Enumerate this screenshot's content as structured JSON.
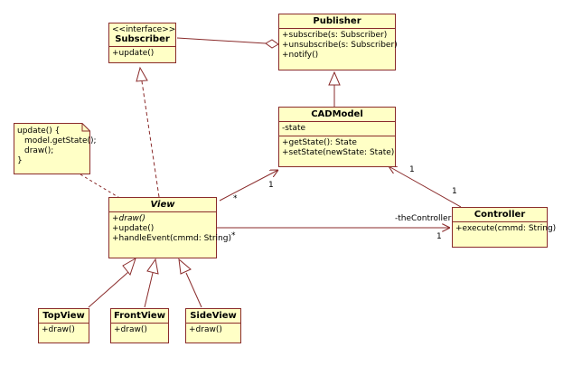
{
  "subscriber": {
    "stereotype": "<<interface>>",
    "name": "Subscriber",
    "operations": [
      "+update()"
    ]
  },
  "publisher": {
    "name": "Publisher",
    "operations": [
      "+subscribe(s: Subscriber)",
      "+unsubscribe(s: Subscriber)",
      "+notify()"
    ]
  },
  "cadmodel": {
    "name": "CADModel",
    "attributes": [
      "-state"
    ],
    "operations": [
      "+getState(): State",
      "+setState(newState: State)"
    ]
  },
  "view": {
    "name": "View",
    "operations": [
      "+draw()",
      "+update()",
      "+handleEvent(cmmd: String)"
    ]
  },
  "controller": {
    "name": "Controller",
    "operations": [
      "+execute(cmmd: String)"
    ]
  },
  "topview": {
    "name": "TopView",
    "operations": [
      "+draw()"
    ]
  },
  "frontview": {
    "name": "FrontView",
    "operations": [
      "+draw()"
    ]
  },
  "sideview": {
    "name": "SideView",
    "operations": [
      "+draw()"
    ]
  },
  "note": {
    "lines": [
      "update() {",
      "model.getState();",
      "draw();",
      "}"
    ]
  },
  "labels": {
    "view_cadmodel_many": "*",
    "view_cadmodel_one": "1",
    "controller_cadmodel_one_a": "1",
    "controller_cadmodel_one_b": "1",
    "view_controller_many": "*",
    "view_controller_one": "1",
    "role": "-theController"
  },
  "colors": {
    "class_fill": "#ffffc6",
    "class_border": "#8a2b2b",
    "line": "#8a2b2b"
  }
}
